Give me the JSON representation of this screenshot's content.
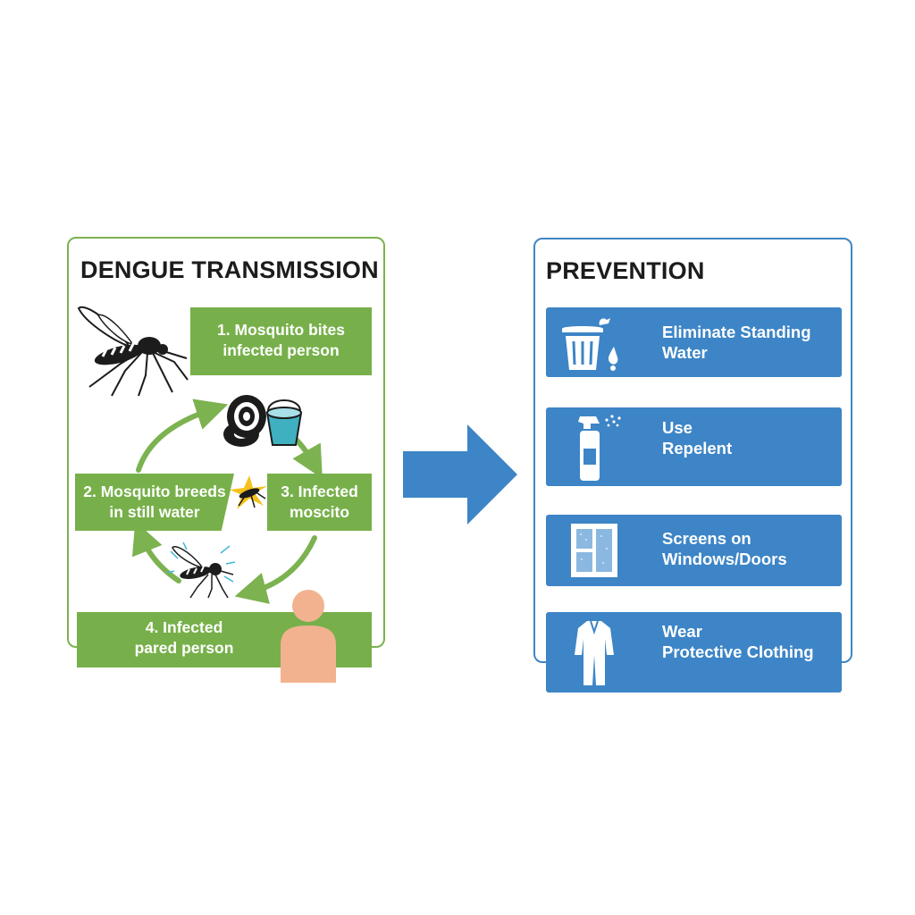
{
  "transmission": {
    "title": "DENGUE TRANSMISSION",
    "steps": [
      {
        "line1": "1. Mosquito bites",
        "line2": "infected person"
      },
      {
        "line1": "2. Mosquito breeds",
        "line2": "in still water"
      },
      {
        "line1": "3. Infected",
        "line2": "moscito"
      },
      {
        "line1": "4. Infected",
        "line2": "pared person"
      }
    ]
  },
  "prevention": {
    "title": "PREVENTION",
    "items": [
      {
        "line1": "Eliminate Standing",
        "line2": "Water",
        "icon": "trash-can-icon"
      },
      {
        "line1": "Use",
        "line2": "Repelent",
        "icon": "spray-bottle-icon"
      },
      {
        "line1": "Screens on",
        "line2": "Windows/Doors",
        "icon": "window-screen-icon"
      },
      {
        "line1": "Wear",
        "line2": "Protective Clothing",
        "icon": "coverall-icon"
      }
    ]
  },
  "colors": {
    "green": "#77b04a",
    "blue": "#3d85c6",
    "skin": "#f2b290",
    "title_text": "#1c1c1c"
  }
}
